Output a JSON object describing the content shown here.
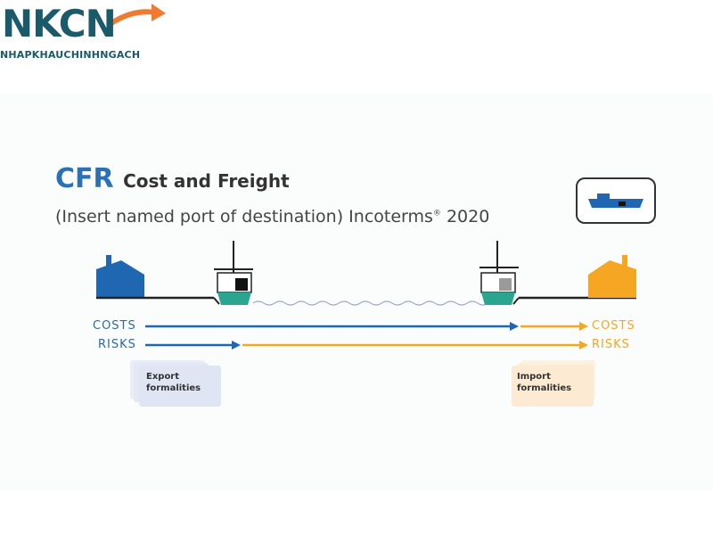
{
  "logo": {
    "name": "NKCN",
    "tagline": "NHAPKHAUCHINHNGACH"
  },
  "diagram": {
    "code": "CFR",
    "name": "Cost and Freight",
    "subtitle_main": "(Insert named port of destination) Incoterms",
    "subtitle_mark": "®",
    "subtitle_year": "2020",
    "seller_side": {
      "costs_label": "COSTS",
      "risks_label": "RISKS",
      "formalities": [
        "Export",
        "formalities"
      ]
    },
    "buyer_side": {
      "costs_label": "COSTS",
      "risks_label": "RISKS",
      "formalities": [
        "Import",
        "formalities"
      ]
    }
  },
  "colors": {
    "seller": "#1f67b1",
    "buyer": "#f5a623",
    "ship_hull": "#2aa58f",
    "logo": "#1a5a6a",
    "logo_accent": "#f07a30",
    "export_doc": "#dfe5f2",
    "import_doc": "#fcebd2"
  },
  "icons": [
    "warehouse-icon",
    "ship-icon",
    "ship-badge-icon",
    "arrow-icon",
    "document-icon"
  ]
}
